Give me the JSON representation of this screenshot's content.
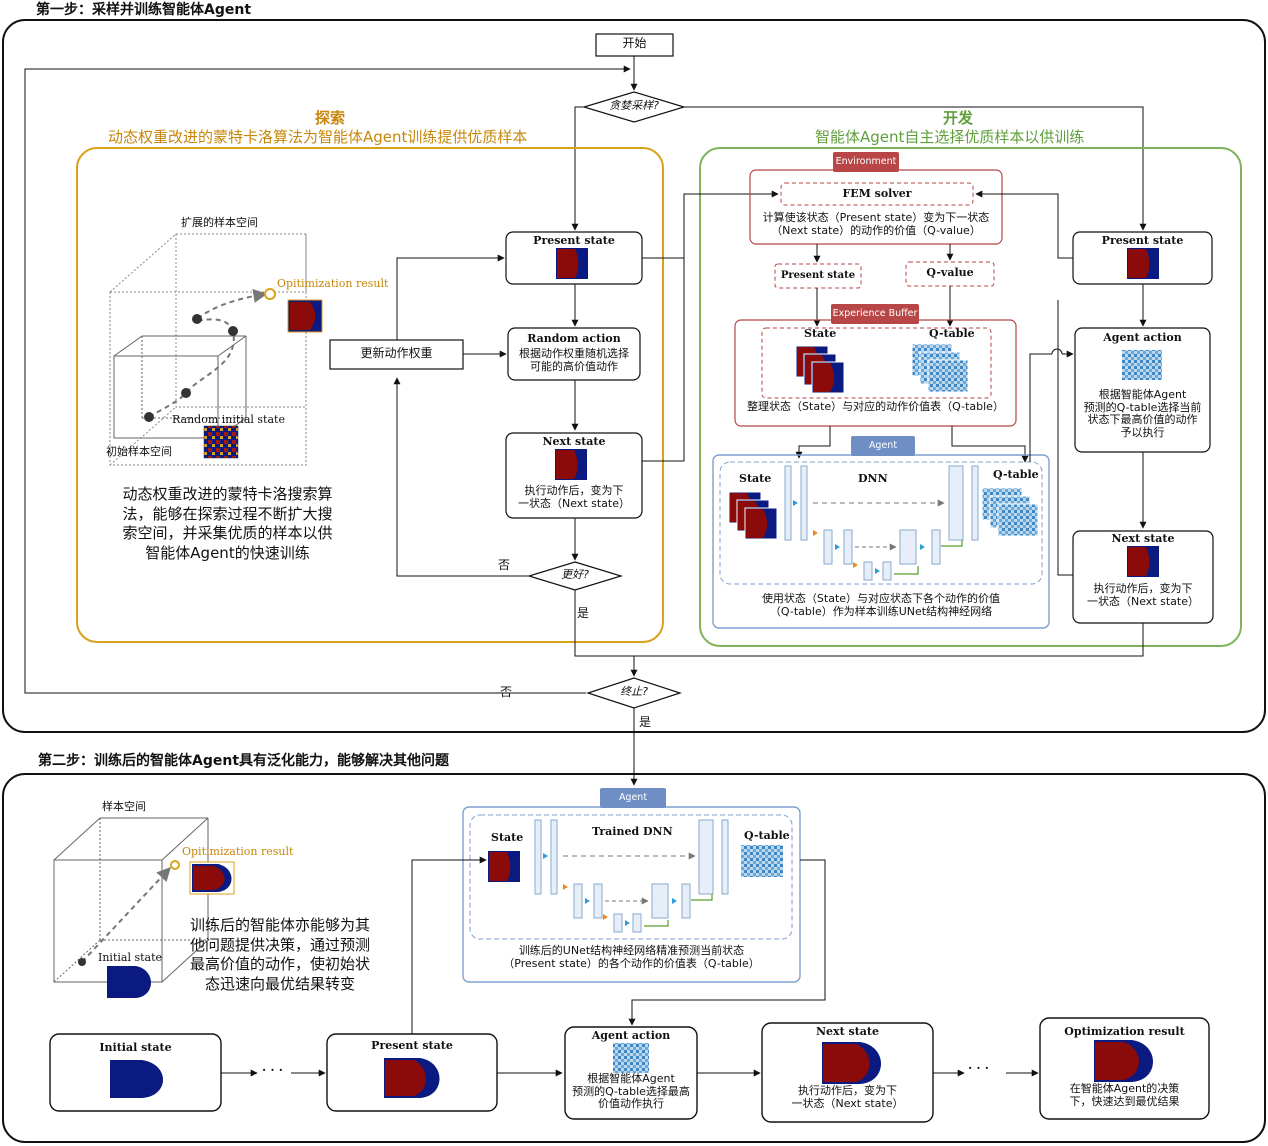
{
  "step1": {
    "title": "第一步：采样并训练智能体Agent",
    "start": "开始",
    "greedy": "贪婪采样?",
    "explore": {
      "title": "探索",
      "subtitle": "动态权重改进的蒙特卡洛算法为智能体Agent训练提供优质样本",
      "expanded_space": "扩展的样本空间",
      "opt_result": "Opitimization result",
      "random_initial": "Random initial state",
      "initial_space": "初始样本空间",
      "description": [
        "动态权重改进的蒙特卡洛搜索算",
        "法，能够在探索过程不断扩大搜",
        "索空间，并采集优质的样本以供",
        "智能体Agent的快速训练"
      ],
      "update_weights": "更新动作权重",
      "present_state": "Present state",
      "random_action": "Random action",
      "random_action_desc": [
        "根据动作权重随机选择",
        "可能的高价值动作"
      ],
      "next_state": "Next state",
      "next_state_desc": [
        "执行动作后，变为下",
        "一状态（Next state）"
      ],
      "better": "更好?",
      "no": "否",
      "yes": "是"
    },
    "exploit": {
      "title": "开发",
      "subtitle": "智能体Agent自主选择优质样本以供训练",
      "environment": "Environment",
      "fem": "FEM solver",
      "fem_desc": [
        "计算使该状态（Present state）变为下一状态",
        "（Next state）的动作的价值（Q-value）"
      ],
      "present_state": "Present state",
      "q_value": "Q-value",
      "experience_buffer": "Experience Buffer",
      "state": "State",
      "q_table": "Q-table",
      "buffer_desc": "整理状态（State）与对应的动作价值表（Q-table）",
      "agent": "Agent",
      "dnn": "DNN",
      "agent_desc": [
        "使用状态（State）与对应状态下各个动作的价值",
        "（Q-table）作为样本训练UNet结构神经网络"
      ],
      "right_present_state": "Present state",
      "agent_action": "Agent action",
      "agent_action_desc": [
        "根据智能体Agent",
        "预测的Q-table选择当前",
        "状态下最高价值的动作",
        "予以执行"
      ],
      "right_next_state": "Next state",
      "right_next_desc": [
        "执行动作后，变为下",
        "一状态（Next state）"
      ]
    },
    "stop": "终止?",
    "no": "否",
    "yes": "是"
  },
  "step2": {
    "title": "第二步：训练后的智能体Agent具有泛化能力，能够解决其他问题",
    "sample_space": "样本空间",
    "opt_result": "Opitimization result",
    "initial_state_label": "Initial state",
    "description": [
      "训练后的智能体亦能够为其",
      "他问题提供决策，通过预测",
      "最高价值的动作，使初始状",
      "态迅速向最优结果转变"
    ],
    "agent": "Agent",
    "state": "State",
    "trained_dnn": "Trained DNN",
    "q_table": "Q-table",
    "dnn_desc": [
      "训练后的UNet结构神经网络精准预测当前状态",
      "（Present state）的各个动作的价值表（Q-table）"
    ],
    "initial_state": "Initial state",
    "present_state": "Present state",
    "agent_action": "Agent action",
    "agent_action_desc": [
      "根据智能体Agent",
      "预测的Q-table选择最高",
      "价值动作执行"
    ],
    "next_state": "Next state",
    "next_state_desc": [
      "执行动作后，变为下",
      "一状态（Next state）"
    ],
    "optimization_result": "Optimization result",
    "optimization_desc": [
      "在智能体Agent的决策",
      "下，快速达到最优结果"
    ],
    "ellipsis": "· · ·"
  },
  "colors": {
    "explore": "#d9a21b",
    "exploit": "#7fb45a",
    "environment": "#b84646",
    "agent_pill": "#6f8fc4",
    "agent_box": "#7fa0cf",
    "navy": "#0b1a80",
    "darkred": "#8b0a0a"
  }
}
